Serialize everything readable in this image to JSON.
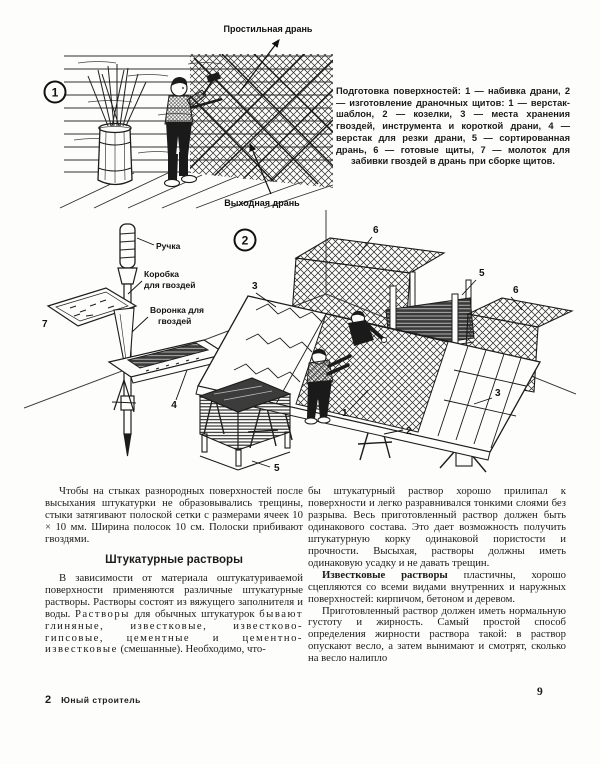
{
  "figure1": {
    "number": "1",
    "label_top": "Простильная дрань",
    "label_bottom": "Выходная дрань"
  },
  "caption": {
    "text": "Подготовка поверхностей: 1 — набивка драни, 2 — изготовление драночных щитов: 1 — верстак-шаблон, 2 — козелки, 3 — места хранения гвоздей, инструмента и короткой драни, 4 — верстак для резки драни, 5 — сортированная дрань, 6 — готовые щиты, 7 — молоток для забивки гвоздей в дрань при сборке щитов."
  },
  "figure2": {
    "number": "2",
    "callout_handle": "Ручка",
    "callout_nailbox_1": "Коробка",
    "callout_nailbox_2": "для гвоздей",
    "callout_funnel_1": "Воронка для",
    "callout_funnel_2": "гвоздей",
    "labels": {
      "n1": "1",
      "n2": "2",
      "n3": "3",
      "n4": "4",
      "n5": "5",
      "n6": "6",
      "n7": "7"
    }
  },
  "columns": {
    "left": {
      "para1": "Чтобы на стыках разнородных поверхностей после высыхания штукатурки не образовывались трещины, стыки затягивают полоской сетки с размерами ячеек 10 × 10 мм. Ширина полосок 10 см. Полоски прибивают гвоздями.",
      "heading": "Штукатурные растворы",
      "para2_a": "В зависимости от материала оштукатуриваемой поверхности применяются различные штукатурные растворы. Растворы состоят из вяжущего заполнителя и воды. ",
      "para2_b": "Растворы",
      "para2_c": " для обычных штукатурок ",
      "para2_d": "бывают глиняные, известковые, известково-гипсовые, цементные и цементно-известковые",
      "para2_e": " (смешанные). Необходимо, что-"
    },
    "right": {
      "para1": "бы штукатурный раствор хорошо прилипал к поверхности и легко разравнивался тонкими слоями без разрыва. Весь приготовленный раствор должен быть одинакового состава. Это дает возможность получить штукатурную корку одинаковой пористости и прочности. Высыхая, растворы должны иметь одинаковую усадку и не давать трещин.",
      "para2_lead": "Известковые растворы",
      "para2_rest": " пластичны, хорошо сцепляются со всеми видами внутренних и наружных поверхностей: кирпичом, бетоном и деревом.",
      "para3": "Приготовленный раствор должен иметь нормальную густоту и жирность. Самый простой способ определения жирности раствора такой: в раствор опускают весло, а затем вынимают и смотрят, сколько на весло налипло"
    }
  },
  "footer": {
    "signature": "2",
    "book_title": "Юный строитель",
    "page_number": "9"
  }
}
